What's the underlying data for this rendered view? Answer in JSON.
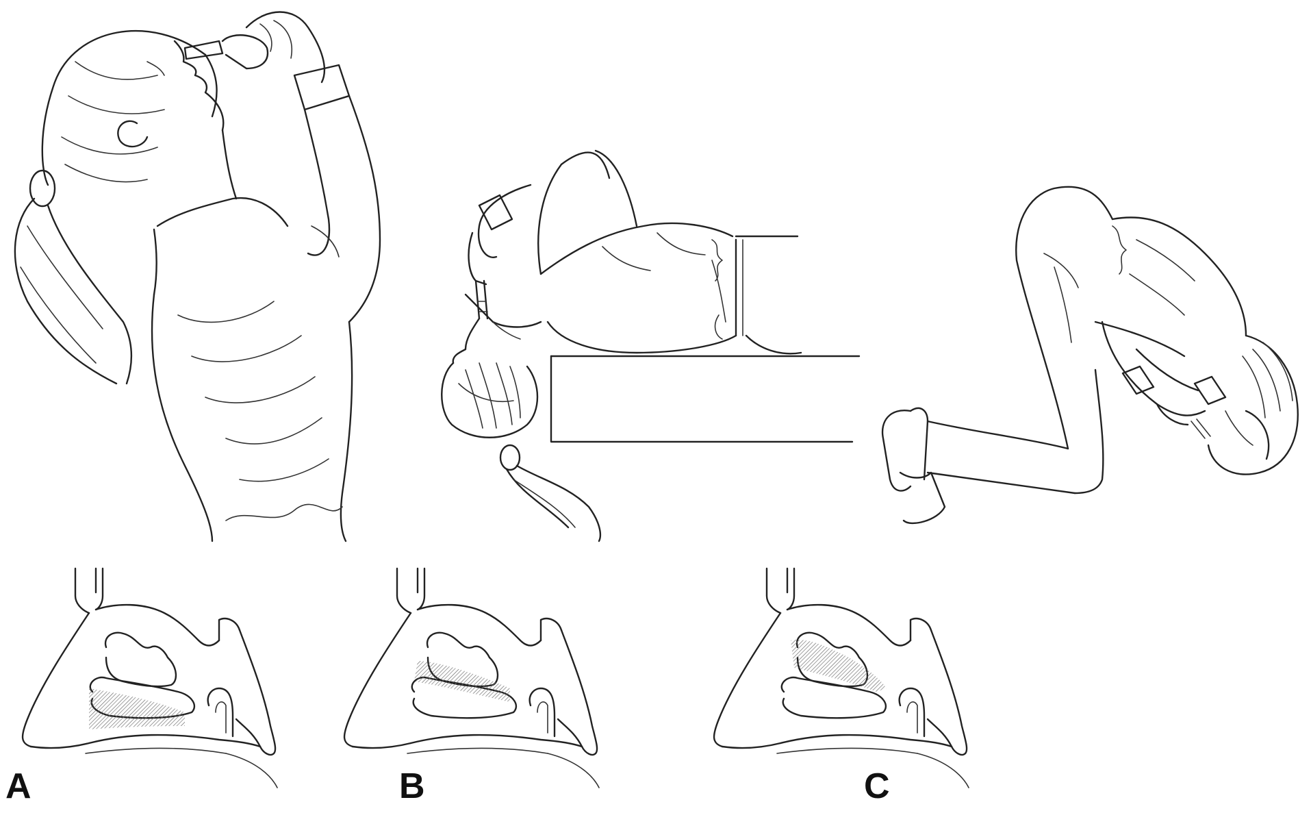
{
  "panels": [
    {
      "label": "A"
    },
    {
      "label": "B"
    },
    {
      "label": "C"
    }
  ],
  "colors": {
    "ink": "#222222",
    "background": "#ffffff",
    "hatch": "#555555"
  }
}
